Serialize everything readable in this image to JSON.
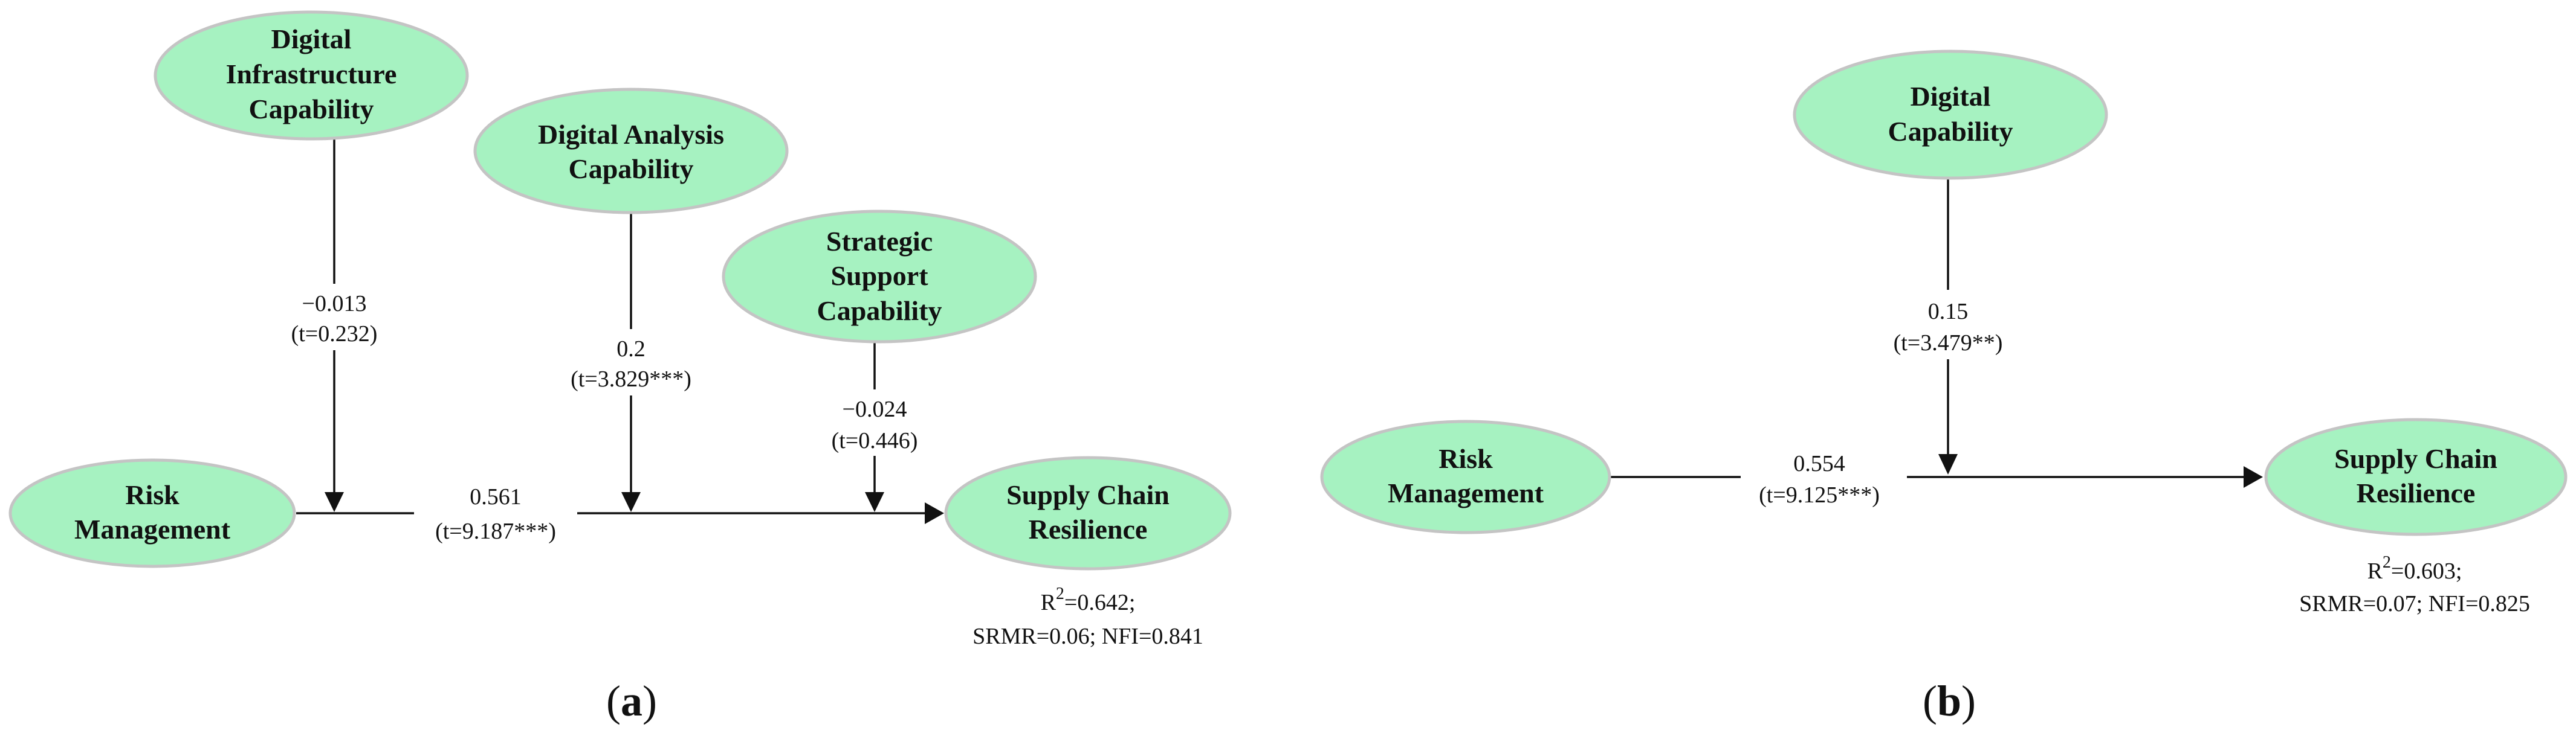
{
  "panels": [
    {
      "id": "a",
      "caption": {
        "open": "(",
        "letter": "a",
        "close": ")"
      },
      "nodes": {
        "digital_infrastructure": {
          "lines": [
            "Digital",
            "Infrastructure",
            "Capability"
          ]
        },
        "digital_analysis": {
          "lines": [
            "Digital Analysis",
            "Capability"
          ]
        },
        "strategic_support": {
          "lines": [
            "Strategic",
            "Support",
            "Capability"
          ]
        },
        "risk_management": {
          "lines": [
            "Risk",
            "Management"
          ]
        },
        "supply_chain": {
          "lines": [
            "Supply Chain",
            "Resilience"
          ]
        }
      },
      "paths": {
        "main": {
          "coef": "0.561",
          "t": "(t=9.187***)"
        },
        "moderator_infrastructure": {
          "coef": "−0.013",
          "t": "(t=0.232)"
        },
        "moderator_analysis": {
          "coef": "0.2",
          "t": "(t=3.829***)"
        },
        "moderator_strategic": {
          "coef": "−0.024",
          "t": "(t=0.446)"
        }
      },
      "stats": {
        "r2_prefix": "R",
        "r2_sup": "2",
        "r2_suffix": "=0.642;",
        "fit": "SRMR=0.06; NFI=0.841"
      }
    },
    {
      "id": "b",
      "caption": {
        "open": "(",
        "letter": "b",
        "close": ")"
      },
      "nodes": {
        "digital_capability": {
          "lines": [
            "Digital",
            "Capability"
          ]
        },
        "risk_management": {
          "lines": [
            "Risk",
            "Management"
          ]
        },
        "supply_chain": {
          "lines": [
            "Supply Chain",
            "Resilience"
          ]
        }
      },
      "paths": {
        "main": {
          "coef": "0.554",
          "t": "(t=9.125***)"
        },
        "moderator_digital": {
          "coef": "0.15",
          "t": "(t=3.479**)"
        }
      },
      "stats": {
        "r2_prefix": "R",
        "r2_sup": "2",
        "r2_suffix": "=0.603;",
        "fit": "SRMR=0.07; NFI=0.825"
      }
    }
  ]
}
